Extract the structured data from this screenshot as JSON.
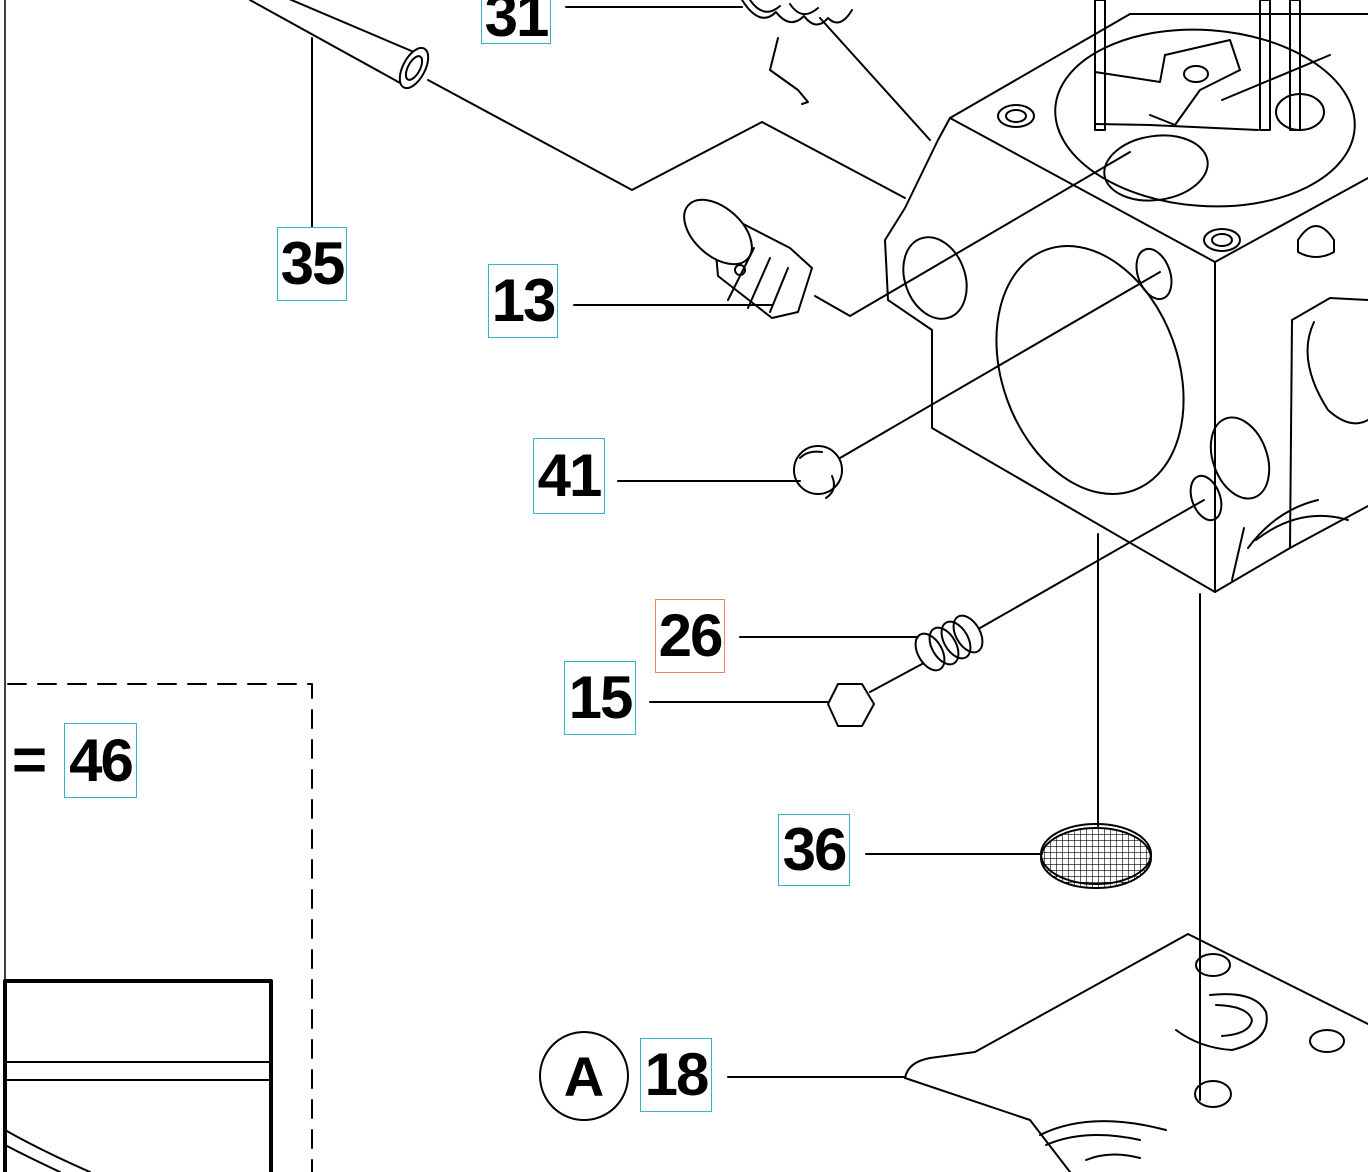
{
  "diagram": {
    "callouts": [
      {
        "id": "31",
        "label": "31",
        "highlighted": false
      },
      {
        "id": "35",
        "label": "35",
        "highlighted": false
      },
      {
        "id": "13",
        "label": "13",
        "highlighted": false
      },
      {
        "id": "41",
        "label": "41",
        "highlighted": false
      },
      {
        "id": "26",
        "label": "26",
        "highlighted": true
      },
      {
        "id": "15",
        "label": "15",
        "highlighted": false
      },
      {
        "id": "46",
        "label": "46",
        "highlighted": false
      },
      {
        "id": "36",
        "label": "36",
        "highlighted": false
      },
      {
        "id": "18",
        "label": "18",
        "highlighted": false
      }
    ],
    "kit_equals": "=",
    "assembly_marker": "A",
    "colors": {
      "callout_border": "#31b5c8",
      "highlight_border": "#f0825a",
      "line": "#000000",
      "background": "#ffffff"
    }
  }
}
